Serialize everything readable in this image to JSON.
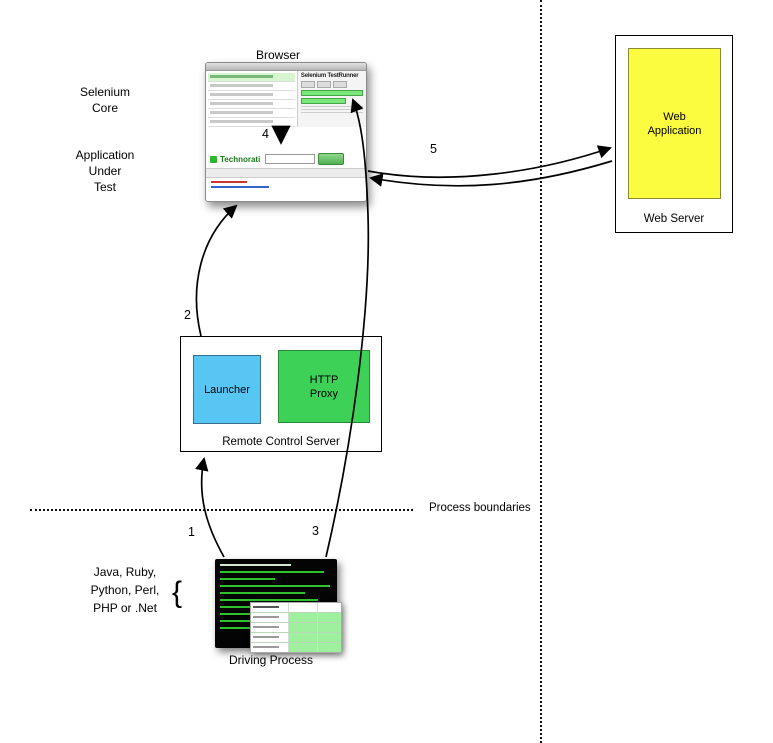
{
  "labels": {
    "browser": "Browser",
    "selenium_core": "Selenium\nCore",
    "application_under_test": "Application\nUnder\nTest",
    "web_server": "Web Server",
    "web_application": "Web\nApplication",
    "launcher": "Launcher",
    "http_proxy": "HTTP\nProxy",
    "remote_control_server": "Remote Control Server",
    "process_boundaries": "Process boundaries",
    "languages": "Java, Ruby,\nPython, Perl,\nPHP or .Net",
    "brace": "{",
    "driving_process": "Driving Process"
  },
  "steps": {
    "s1": "1",
    "s2": "2",
    "s3": "3",
    "s4": "4",
    "s5": "5"
  },
  "browser_window": {
    "testrunner_title": "Selenium TestRunner",
    "technorati_logo": "Technorati"
  },
  "colors": {
    "web_application_fill": "#fbfb40",
    "launcher_fill": "#58c6f2",
    "http_proxy_fill": "#3ed158",
    "terminal_background": "#040404",
    "terminal_text": "#2ec22e",
    "technorati_green": "#1a7a1a",
    "arrow": "#000000"
  }
}
